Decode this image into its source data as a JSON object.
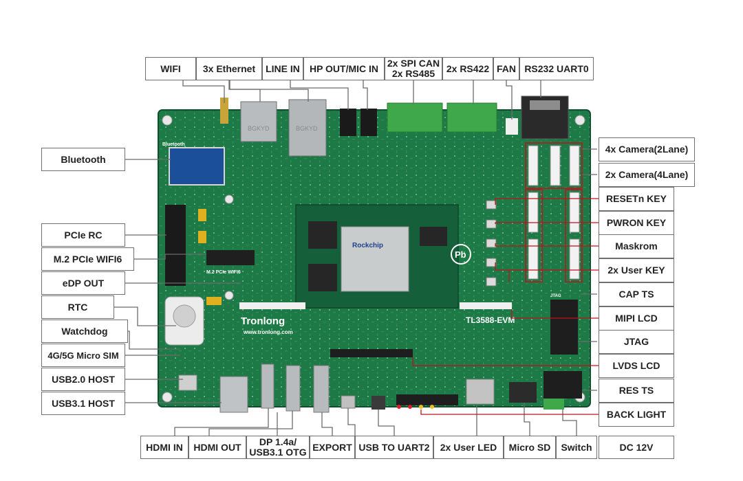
{
  "title": "",
  "board": {
    "brand_silkscreen": "Tronlong",
    "website_silkscreen": "www.tronlong.com",
    "model_silkscreen": "TL3588-EVM",
    "soc_brand": "Rockchip",
    "pcie_slot_silkscreen": "M.2 PCIe WIFI6",
    "lead_free_mark": "Pb",
    "jtag_silkscreen": "JTAG",
    "colors": {
      "pcb": "#1d7a47",
      "pcb_dark": "#14603a",
      "label_border": "#6f6f6f",
      "leader_gray": "#6b6b6b",
      "leader_red": "#c0111a",
      "terminal_green": "#3fa84a"
    }
  },
  "labels": {
    "top": [
      "WIFI",
      "3x Ethernet",
      "LINE IN",
      "HP OUT/MIC IN",
      "2x SPI CAN\n2x RS485",
      "2x RS422",
      "FAN",
      "RS232 UART0"
    ],
    "left": [
      "Bluetooth",
      "PCIe RC",
      "M.2 PCIe WIFI6",
      "eDP OUT",
      "RTC",
      "Watchdog",
      "4G/5G Micro SIM",
      "USB2.0 HOST",
      "USB3.1 HOST"
    ],
    "right": [
      "4x Camera(2Lane)",
      "2x Camera(4Lane)",
      "RESETn KEY",
      "PWRON KEY",
      "Maskrom",
      "2x User KEY",
      "CAP TS",
      "MIPI LCD",
      "JTAG",
      "LVDS LCD",
      "RES TS",
      "BACK LIGHT"
    ],
    "bottom": [
      "HDMI IN",
      "HDMI OUT",
      "DP 1.4a/\nUSB3.1 OTG",
      "EXPORT",
      "USB TO UART2",
      "2x User LED",
      "Micro SD",
      "Switch",
      "DC 12V"
    ]
  }
}
